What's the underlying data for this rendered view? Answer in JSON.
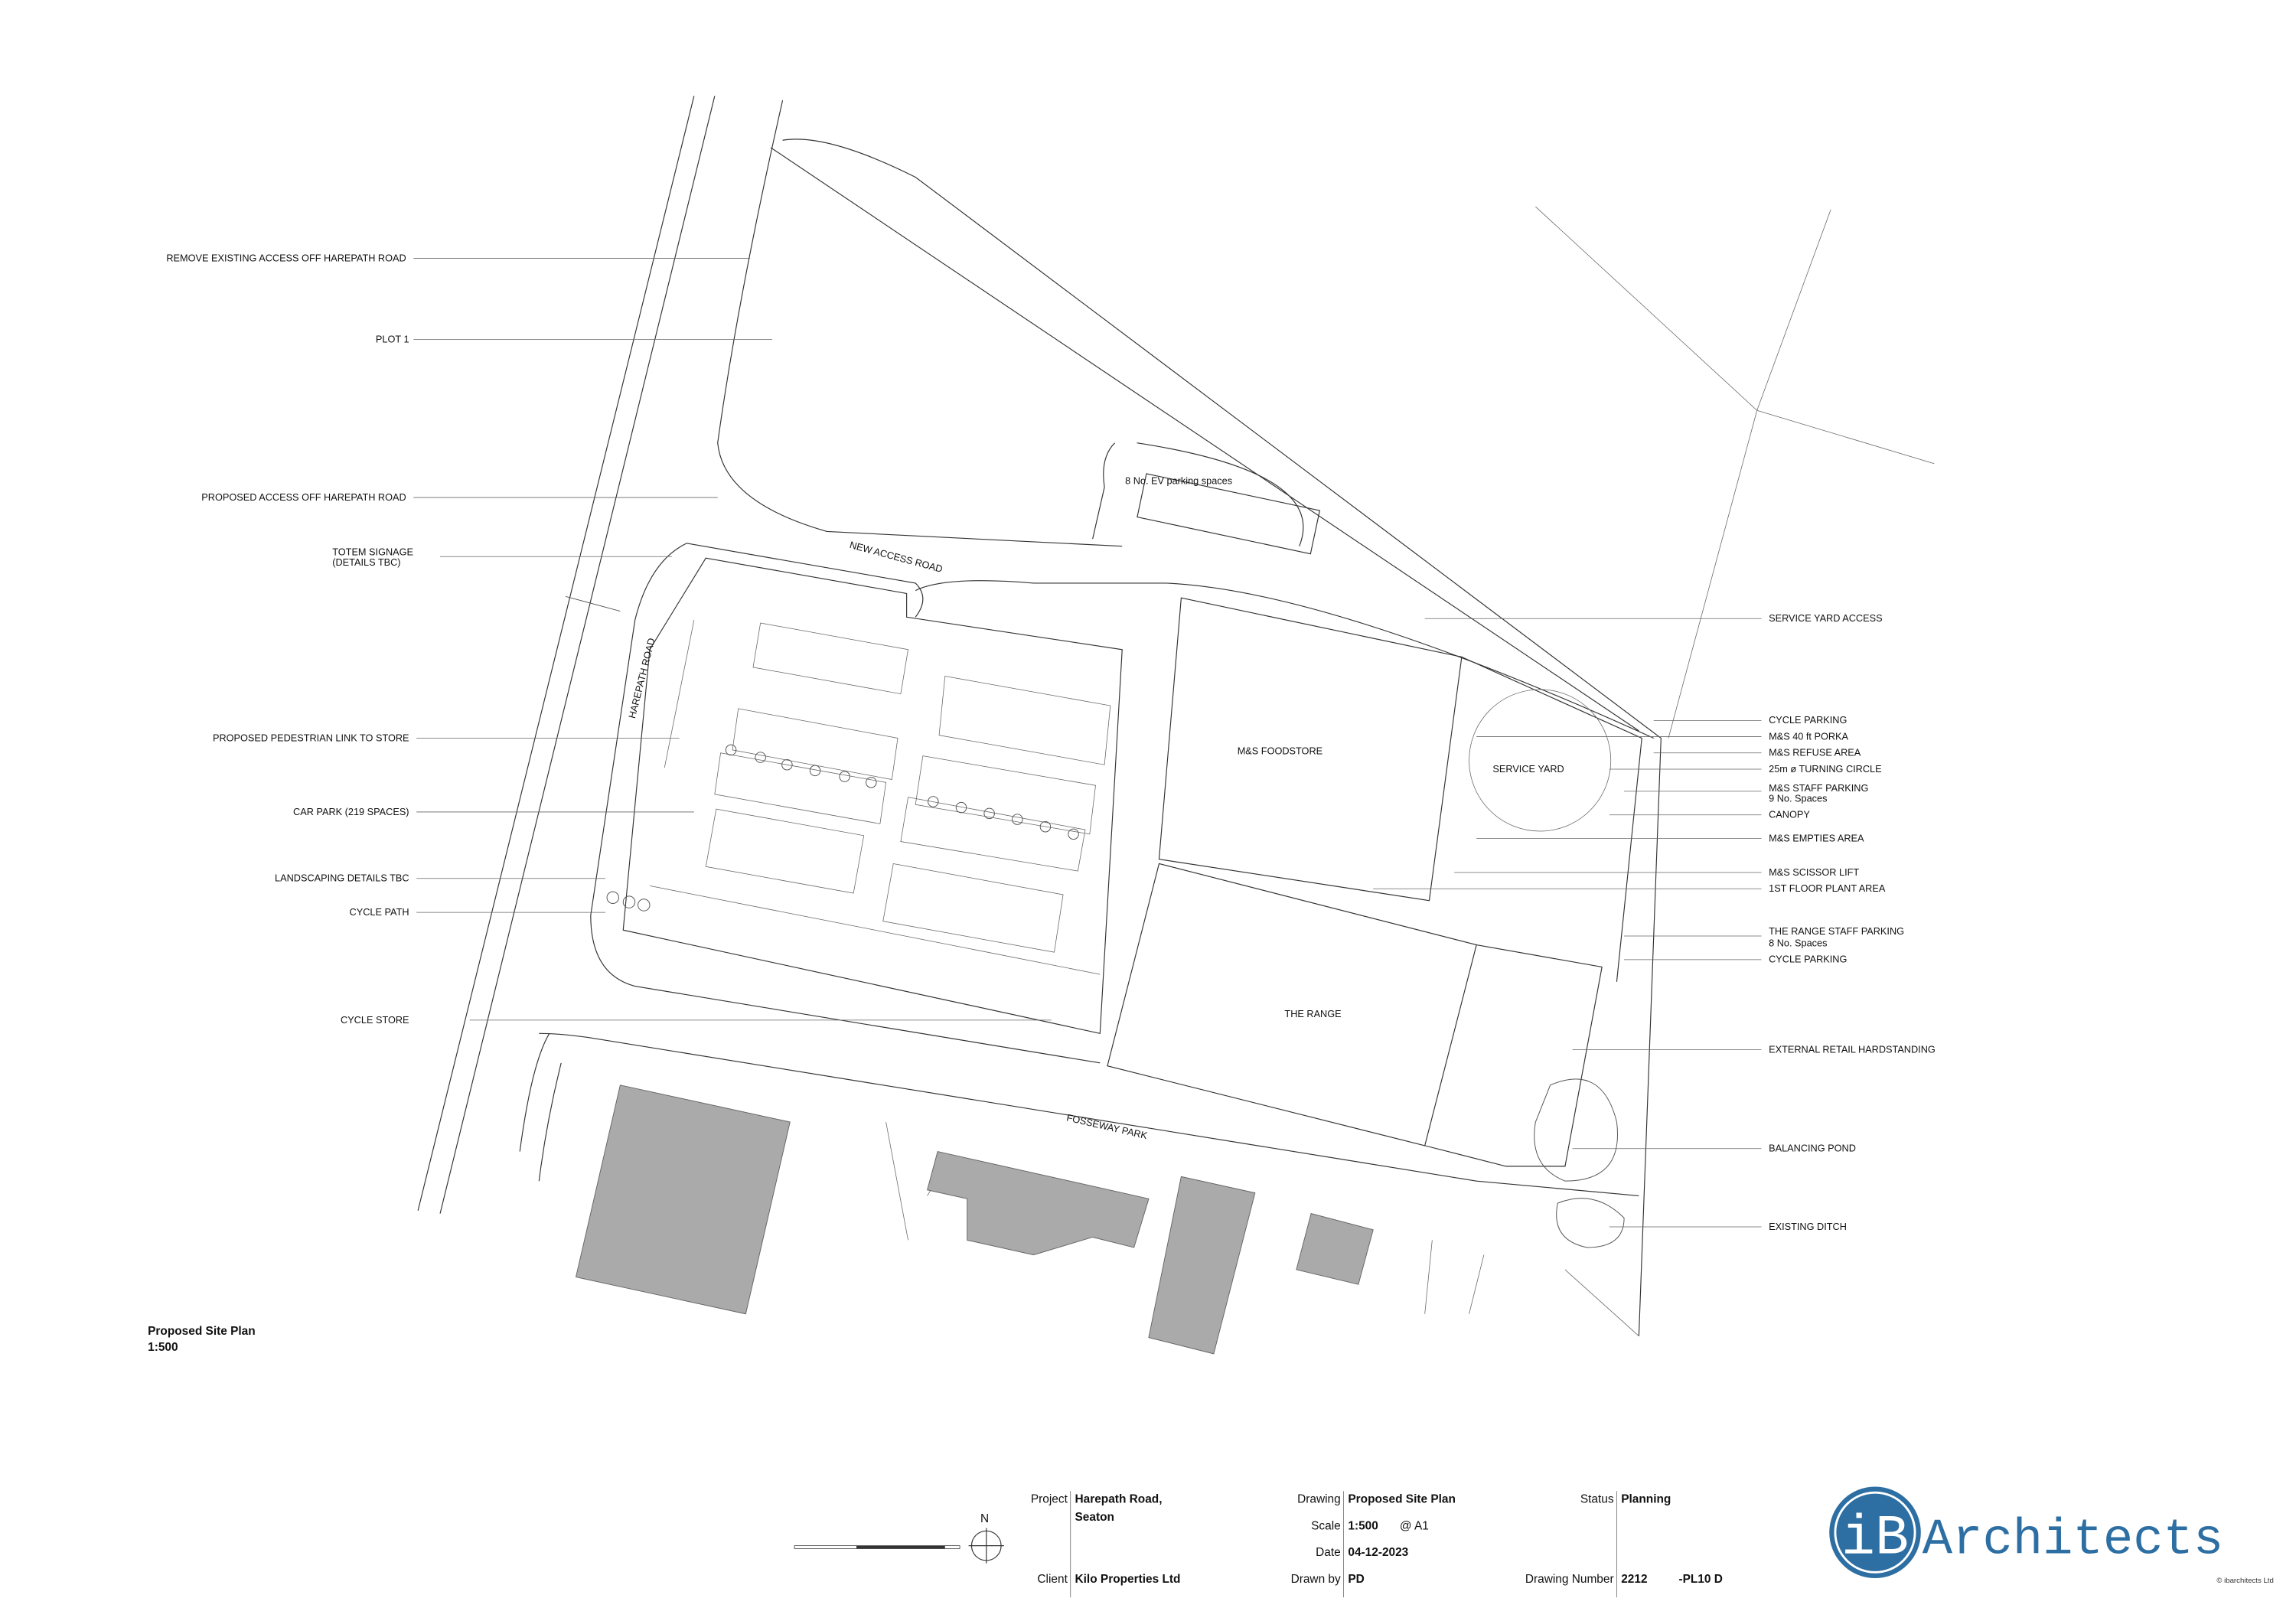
{
  "plan": {
    "title": "Proposed Site Plan",
    "scale": "1:500",
    "areas": {
      "foodstore": "M&S FOODSTORE",
      "range": "THE RANGE",
      "service_yard": "SERVICE YARD",
      "new_access_road": "NEW ACCESS ROAD",
      "harepath_road": "HAREPATH ROAD",
      "fosseway_park": "FOSSEWAY PARK",
      "ev_parking": "8 No. EV parking spaces"
    },
    "left_labels": [
      {
        "text": "REMOVE EXISTING ACCESS OFF HAREPATH ROAD"
      },
      {
        "text": "PLOT 1"
      },
      {
        "text": "PROPOSED ACCESS OFF HAREPATH ROAD"
      },
      {
        "text": "TOTEM SIGNAGE",
        "sub": "(DETAILS TBC)"
      },
      {
        "text": "PROPOSED PEDESTRIAN LINK TO STORE"
      },
      {
        "text": "CAR PARK (219 SPACES)"
      },
      {
        "text": "LANDSCAPING DETAILS TBC"
      },
      {
        "text": "CYCLE PATH"
      },
      {
        "text": "CYCLE STORE"
      }
    ],
    "right_labels": [
      {
        "text": "SERVICE YARD ACCESS"
      },
      {
        "text": "CYCLE PARKING"
      },
      {
        "text": "M&S 40 ft PORKA"
      },
      {
        "text": "M&S REFUSE AREA"
      },
      {
        "text": "25m ø TURNING CIRCLE"
      },
      {
        "text": "M&S STAFF PARKING",
        "sub": "9 No. Spaces"
      },
      {
        "text": "CANOPY"
      },
      {
        "text": "M&S EMPTIES AREA"
      },
      {
        "text": "M&S SCISSOR LIFT"
      },
      {
        "text": "1ST FLOOR PLANT AREA"
      },
      {
        "text": "THE RANGE STAFF PARKING",
        "sub": "8 No. Spaces"
      },
      {
        "text": "CYCLE PARKING"
      },
      {
        "text": "EXTERNAL RETAIL HARDSTANDING"
      },
      {
        "text": "BALANCING POND"
      },
      {
        "text": "EXISTING DITCH"
      }
    ]
  },
  "north": "N",
  "title_block": {
    "project_label": "Project",
    "project_line1": "Harepath Road,",
    "project_line2": "Seaton",
    "client_label": "Client",
    "client": "Kilo Properties Ltd",
    "drawing_label": "Drawing",
    "drawing": "Proposed Site Plan",
    "scale_label": "Scale",
    "scale": "1:500",
    "paper": "@ A1",
    "date_label": "Date",
    "date": "04-12-2023",
    "drawn_label": "Drawn by",
    "drawn": "PD",
    "status_label": "Status",
    "status": "Planning",
    "number_label": "Drawing Number",
    "number": "2212",
    "revision": "-PL10 D"
  },
  "logo": {
    "mark": "iB",
    "name": "Architects",
    "copyright": "© ibarchitects Ltd",
    "color": "#2e6fa3"
  }
}
